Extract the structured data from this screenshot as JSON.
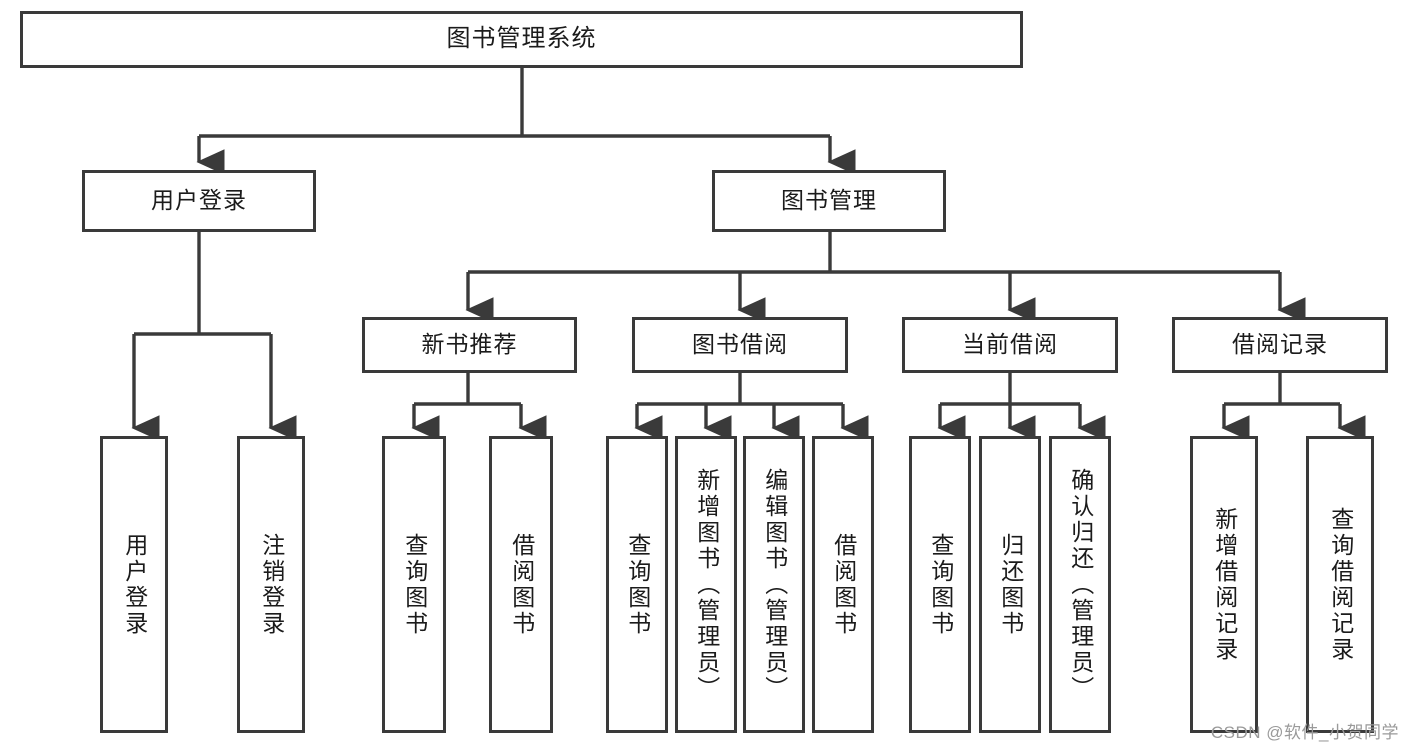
{
  "diagram": {
    "title": "图书管理系统",
    "type": "tree-hierarchy",
    "theme": {
      "background": "#ffffff",
      "node_border": "#3a3a3a",
      "node_fill": "#ffffff",
      "edge_color": "#3a3a3a",
      "text_color": "#1b1b1b",
      "watermark_color": "#9a9a9a"
    },
    "root": {
      "label": "图书管理系统"
    },
    "level2": [
      {
        "label": "用户登录"
      },
      {
        "label": "图书管理"
      }
    ],
    "level3": [
      {
        "label": "新书推荐"
      },
      {
        "label": "图书借阅"
      },
      {
        "label": "当前借阅"
      },
      {
        "label": "借阅记录"
      }
    ],
    "leaves": {
      "user_login": [
        {
          "label": "用户登录"
        },
        {
          "label": "注销登录"
        }
      ],
      "new_book_recommend": [
        {
          "label": "查询图书"
        },
        {
          "label": "借阅图书"
        }
      ],
      "book_borrow": [
        {
          "label": "查询图书"
        },
        {
          "label": "新增图书（管理员）"
        },
        {
          "label": "编辑图书（管理员）"
        },
        {
          "label": "借阅图书"
        }
      ],
      "current_borrow": [
        {
          "label": "查询图书"
        },
        {
          "label": "归还图书"
        },
        {
          "label": "确认归还（管理员）"
        }
      ],
      "borrow_record": [
        {
          "label": "新增借阅记录"
        },
        {
          "label": "查询借阅记录"
        }
      ]
    }
  },
  "watermark": {
    "text": "CSDN @软件_小贺同学"
  }
}
